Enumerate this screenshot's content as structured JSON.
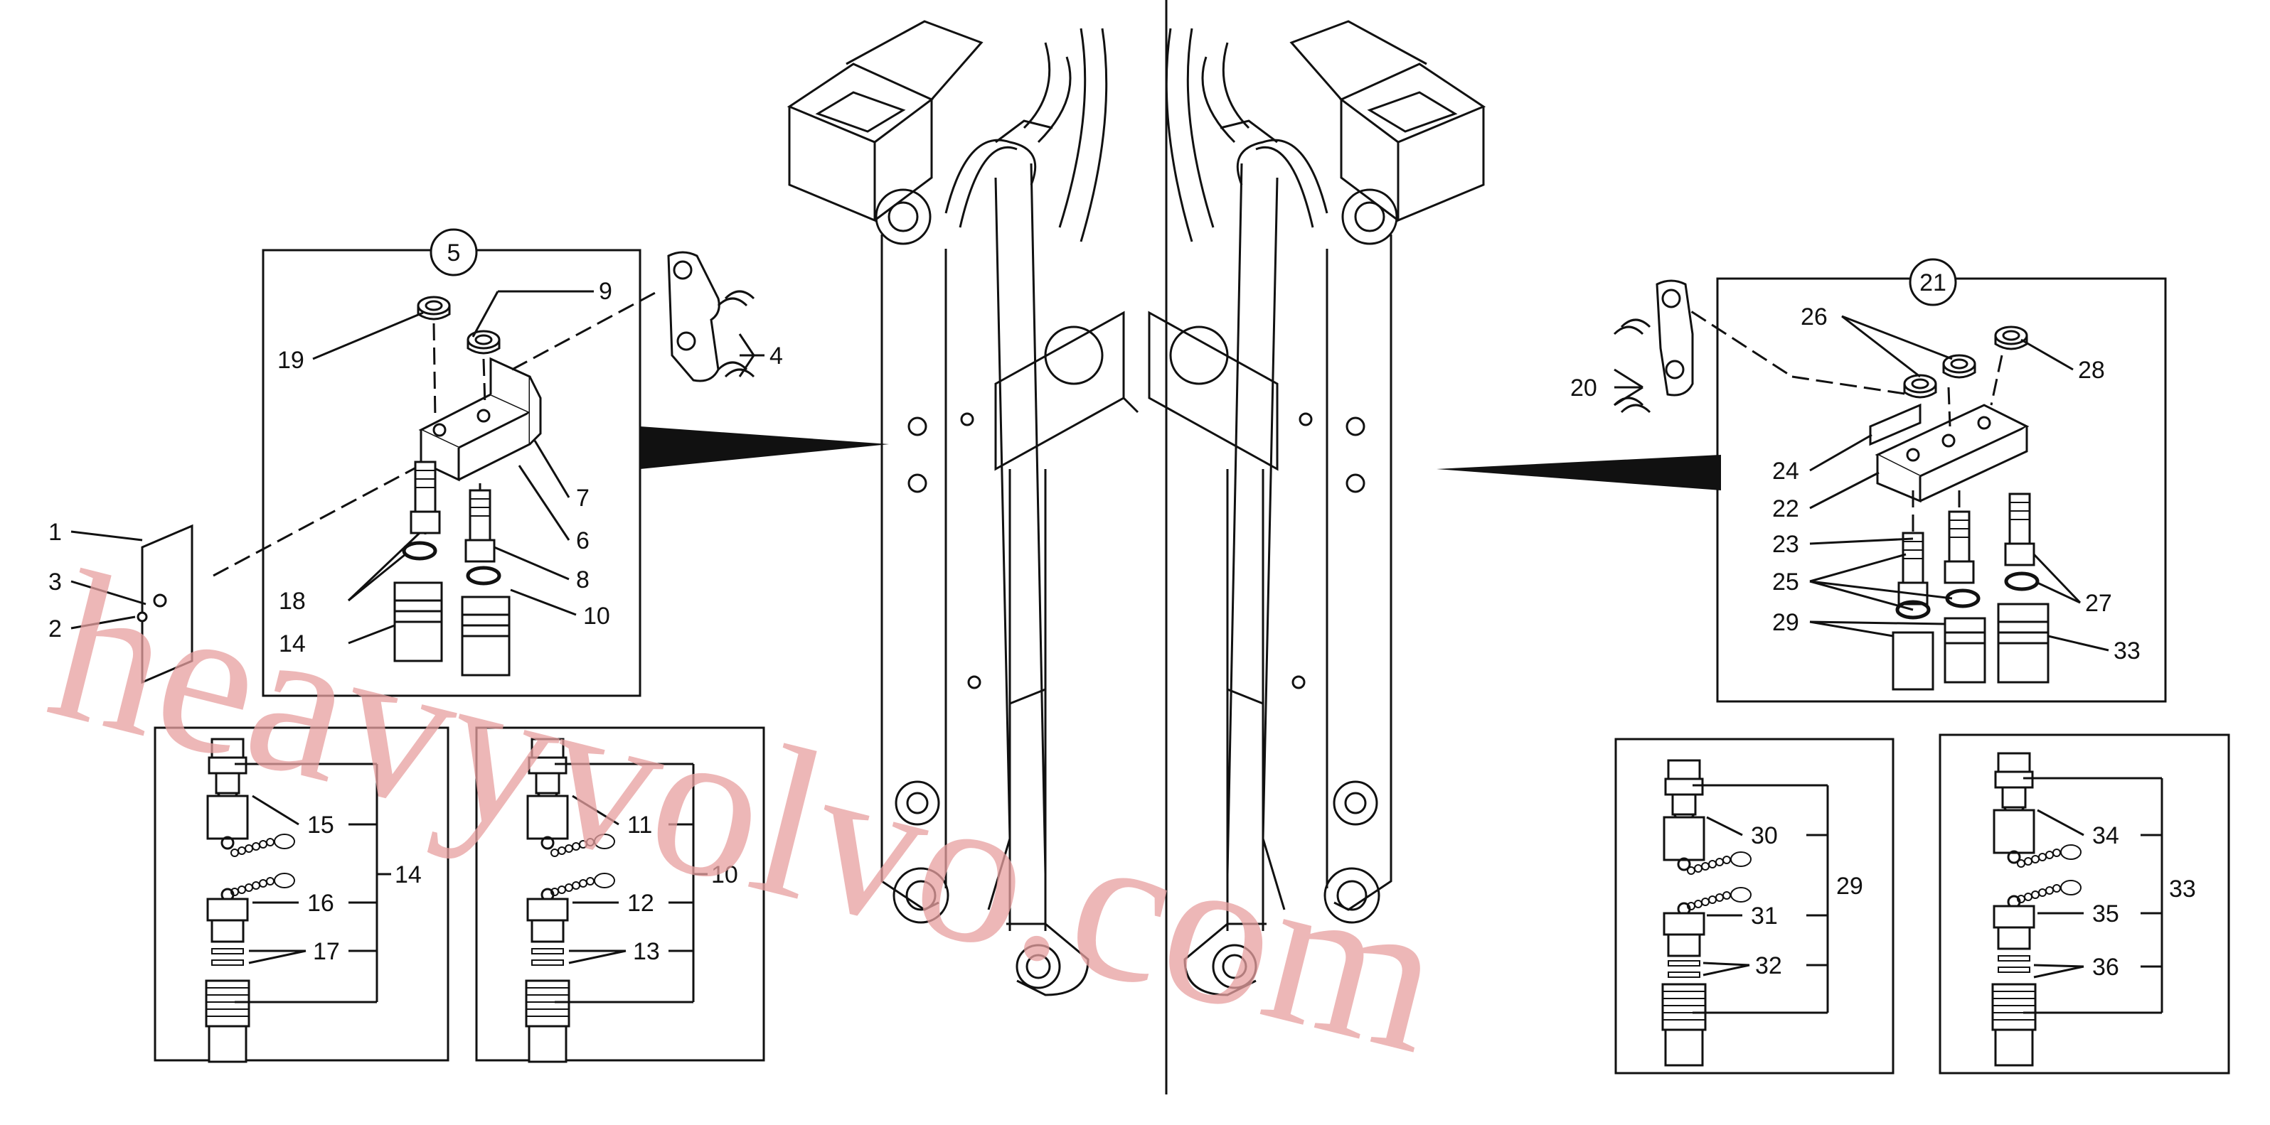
{
  "callouts": {
    "c1": "1",
    "c2": "2",
    "c3": "3",
    "c4": "4",
    "c5": "5",
    "c6": "6",
    "c7": "7",
    "c8": "8",
    "c9": "9",
    "c10": "10",
    "c11": "11",
    "c12": "12",
    "c13": "13",
    "c14": "14",
    "c15": "15",
    "c16": "16",
    "c17": "17",
    "c18": "18",
    "c19": "19",
    "c20": "20",
    "c21": "21",
    "c22": "22",
    "c23": "23",
    "c24": "24",
    "c25": "25",
    "c26": "26",
    "c27": "27",
    "c28": "28",
    "c29": "29",
    "c30": "30",
    "c31": "31",
    "c32": "32",
    "c33": "33",
    "c34": "34",
    "c35": "35",
    "c36": "36"
  },
  "watermark": "heavyvolvo.com",
  "colors": {
    "line": "#111111",
    "watermark": "#e8a0a0",
    "background": "#ffffff"
  }
}
